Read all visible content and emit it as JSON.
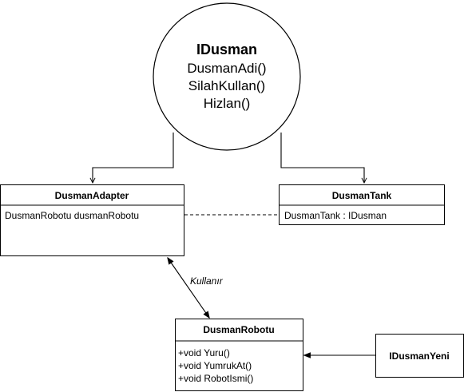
{
  "interface": {
    "name": "IDusman",
    "methods": [
      "DusmanAdi()",
      "SilahKullan()",
      "Hizlan()"
    ]
  },
  "adapter": {
    "title": "DusmanAdapter",
    "field": "DusmanRobotu dusmanRobotu"
  },
  "tank": {
    "title": "DusmanTank",
    "field": "DusmanTank : IDusman"
  },
  "robot": {
    "title": "DusmanRobotu",
    "methods": [
      "+void Yuru()",
      "+void YumrukAt()",
      "+void RobotIsmi()"
    ]
  },
  "new_interface": {
    "title": "IDusmanYeni"
  },
  "uses_label": "Kullanır"
}
